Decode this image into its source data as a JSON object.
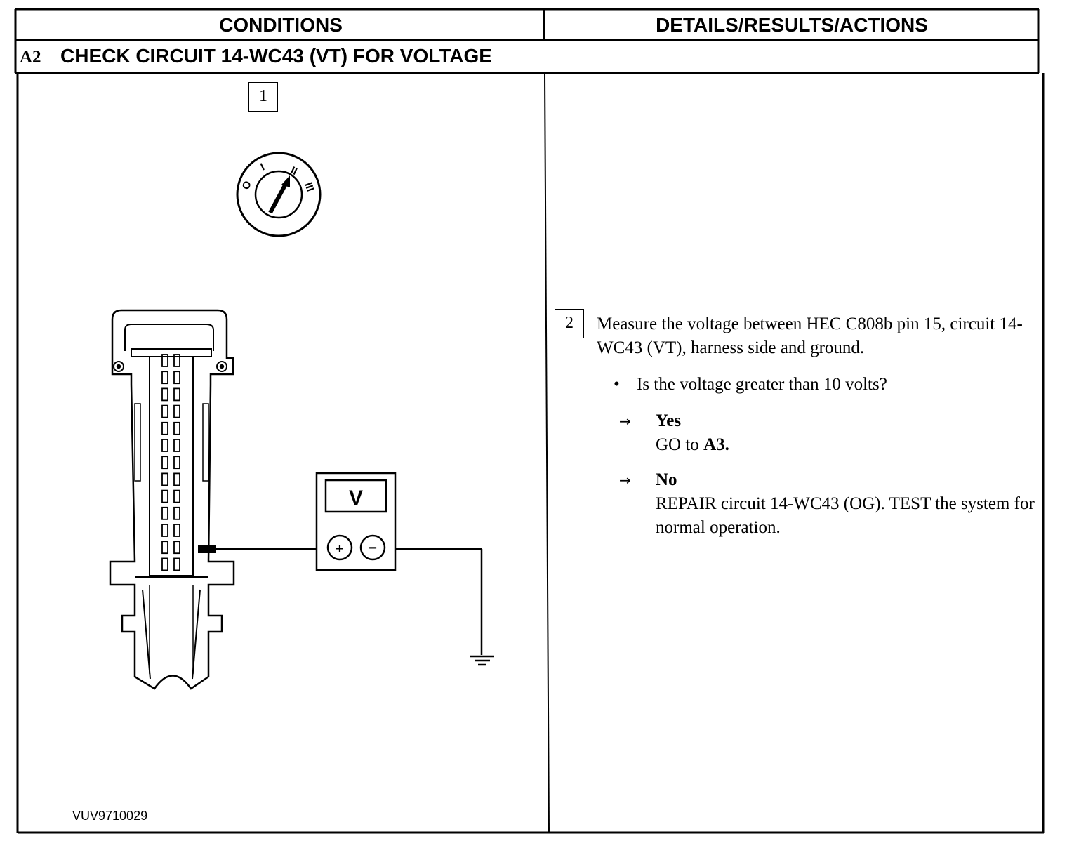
{
  "table": {
    "header_conditions": "CONDITIONS",
    "header_details": "DETAILS/RESULTS/ACTIONS"
  },
  "step": {
    "id": "A2",
    "title": "CHECK CIRCUIT 14-WC43 (VT) FOR VOLTAGE"
  },
  "illustration": {
    "callout_1": "1",
    "ignition_positions": [
      "O",
      "I",
      "II",
      "III"
    ],
    "meter_display": "V",
    "meter_plus": "+",
    "meter_minus": "−",
    "figure_id": "VUV9710029"
  },
  "details": {
    "callout_2": "2",
    "measure_text": "Measure the voltage between HEC C808b pin 15, circuit 14-WC43 (VT), harness side and ground.",
    "bullet": "•",
    "question": "Is the voltage greater than 10 volts?",
    "arrow": "→",
    "yes_label": "Yes",
    "yes_action_prefix": "GO to ",
    "yes_action_target": "A3.",
    "no_label": "No",
    "no_action": "REPAIR circuit 14-WC43 (OG). TEST the system for normal operation."
  }
}
